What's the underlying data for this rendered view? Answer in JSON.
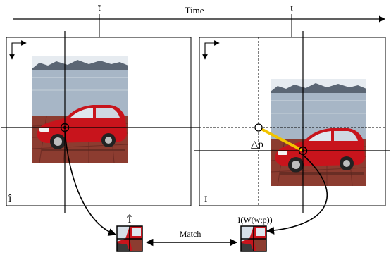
{
  "timeline": {
    "label": "Time",
    "tick_left": "t̄",
    "tick_right": "t"
  },
  "left_frame": {
    "corner_label": "Î"
  },
  "right_frame": {
    "corner_label": "I",
    "delta_label": "△p"
  },
  "patches": {
    "template_label": "T̂",
    "warped_label": "I(W(w;p))",
    "match_label": "Match"
  },
  "colors": {
    "line": "#000000",
    "displacement": "#f2c400",
    "car": "#c8141c",
    "water": "#aab8c8",
    "mountains": "#5b6674",
    "sky": "#e8edf2",
    "pavement": "#8a3a2e"
  }
}
